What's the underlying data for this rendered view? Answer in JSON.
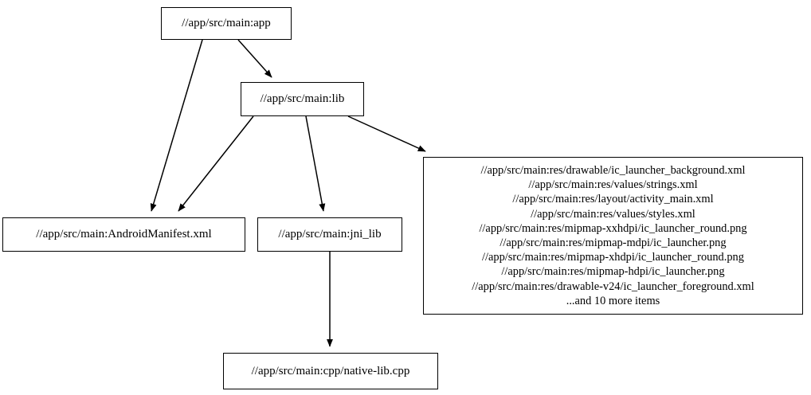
{
  "graph": {
    "type": "directed-acyclic-dependency-graph",
    "nodes": [
      {
        "id": "app",
        "label": "//app/src/main:app"
      },
      {
        "id": "lib",
        "label": "//app/src/main:lib"
      },
      {
        "id": "manifest",
        "label": "//app/src/main:AndroidManifest.xml"
      },
      {
        "id": "jni_lib",
        "label": "//app/src/main:jni_lib"
      },
      {
        "id": "res",
        "label": "//app/src/main:res/drawable/ic_launcher_background.xml\n//app/src/main:res/values/strings.xml\n//app/src/main:res/layout/activity_main.xml\n//app/src/main:res/values/styles.xml\n//app/src/main:res/mipmap-xxhdpi/ic_launcher_round.png\n//app/src/main:res/mipmap-mdpi/ic_launcher.png\n//app/src/main:res/mipmap-xhdpi/ic_launcher_round.png\n//app/src/main:res/mipmap-hdpi/ic_launcher.png\n//app/src/main:res/drawable-v24/ic_launcher_foreground.xml\n...and 10 more items",
        "lines": [
          "//app/src/main:res/drawable/ic_launcher_background.xml",
          "//app/src/main:res/values/strings.xml",
          "//app/src/main:res/layout/activity_main.xml",
          "//app/src/main:res/values/styles.xml",
          "//app/src/main:res/mipmap-xxhdpi/ic_launcher_round.png",
          "//app/src/main:res/mipmap-mdpi/ic_launcher.png",
          "//app/src/main:res/mipmap-xhdpi/ic_launcher_round.png",
          "//app/src/main:res/mipmap-hdpi/ic_launcher.png",
          "//app/src/main:res/drawable-v24/ic_launcher_foreground.xml",
          "...and 10 more items"
        ]
      },
      {
        "id": "cpp",
        "label": "//app/src/main:cpp/native-lib.cpp"
      }
    ],
    "edges": [
      {
        "from": "app",
        "to": "lib"
      },
      {
        "from": "app",
        "to": "manifest"
      },
      {
        "from": "lib",
        "to": "manifest"
      },
      {
        "from": "lib",
        "to": "jni_lib"
      },
      {
        "from": "lib",
        "to": "res"
      },
      {
        "from": "jni_lib",
        "to": "cpp"
      }
    ],
    "colors": {
      "background": "#ffffff",
      "node_border": "#000000",
      "node_fill": "#ffffff",
      "text": "#000000",
      "edge": "#000000"
    }
  }
}
